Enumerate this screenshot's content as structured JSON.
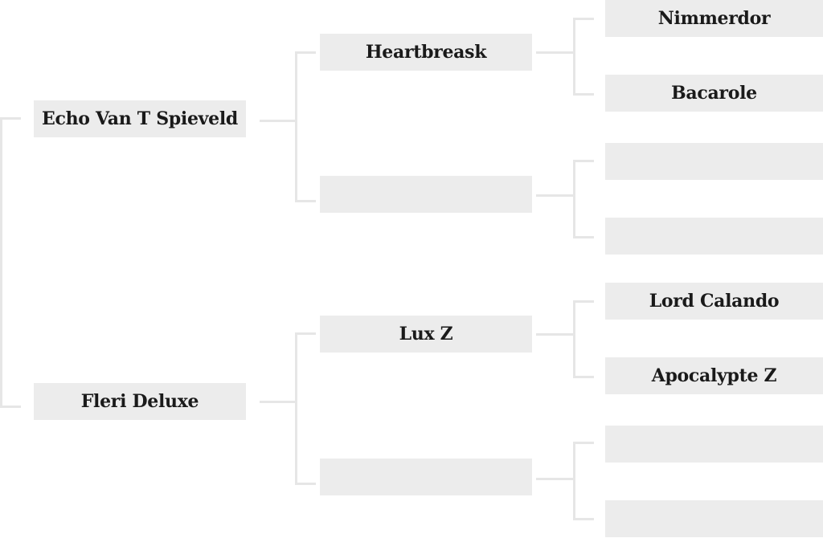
{
  "bracket": {
    "final": [
      {
        "name": "Echo Van T Spieveld"
      },
      {
        "name": "Fleri Deluxe"
      }
    ],
    "semis": [
      {
        "name": "Heartbreask"
      },
      {
        "name": ""
      },
      {
        "name": "Lux Z"
      },
      {
        "name": ""
      }
    ],
    "quarters": [
      {
        "name": "Nimmerdor"
      },
      {
        "name": "Bacarole"
      },
      {
        "name": ""
      },
      {
        "name": ""
      },
      {
        "name": "Lord Calando"
      },
      {
        "name": "Apocalypte Z"
      },
      {
        "name": ""
      },
      {
        "name": ""
      }
    ]
  }
}
